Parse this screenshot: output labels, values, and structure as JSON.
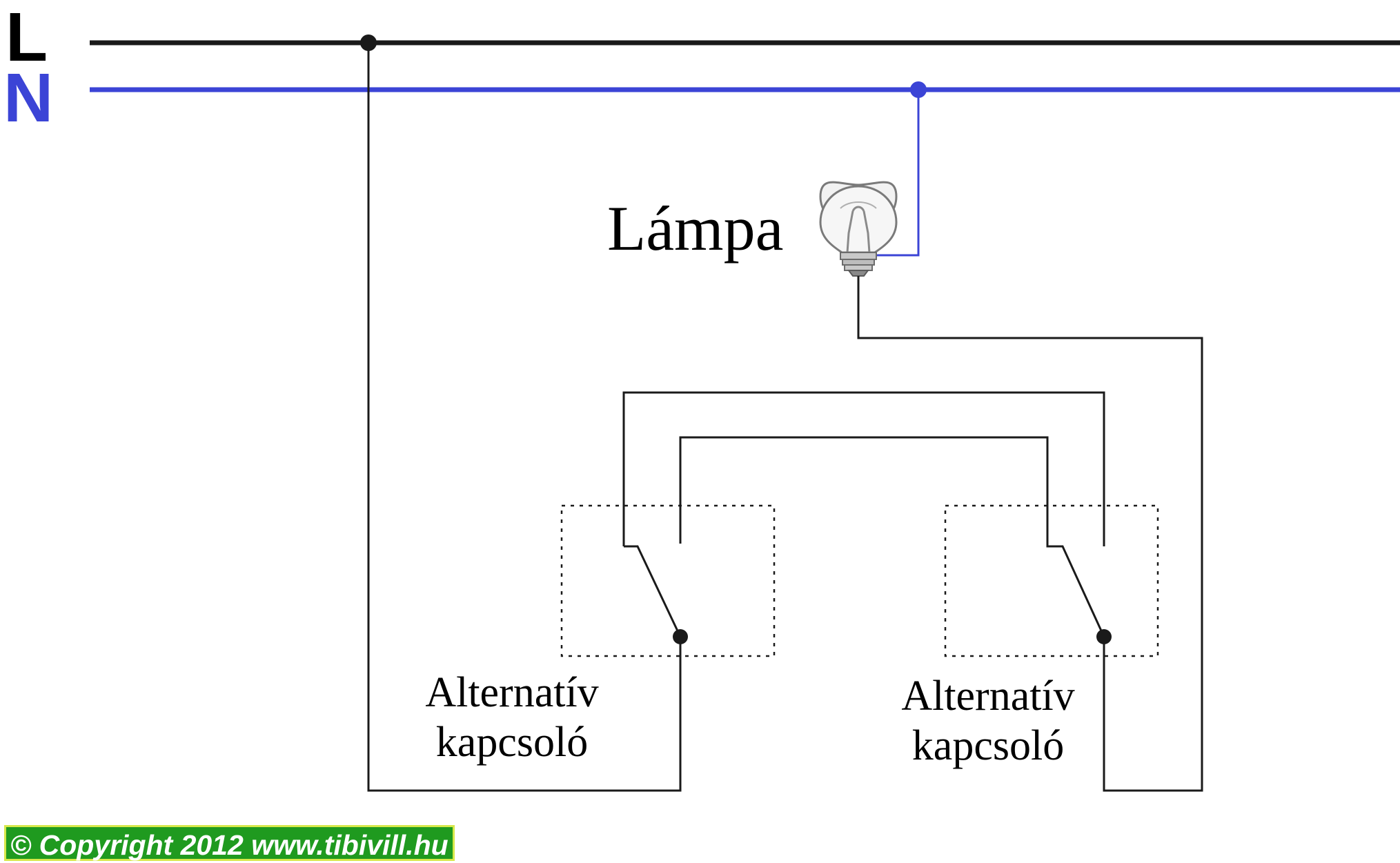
{
  "rails": {
    "live_label": "L",
    "neutral_label": "N",
    "live_color": "#1a1a1a",
    "neutral_color": "#3b44d6"
  },
  "lamp": {
    "label": "Lámpa",
    "icon": "light-bulb-icon"
  },
  "switches": [
    {
      "label_line1": "Alternatív",
      "label_line2": "kapcsoló"
    },
    {
      "label_line1": "Alternatív",
      "label_line2": "kapcsoló"
    }
  ],
  "wire_color": "#1a1a1a",
  "copyright": {
    "text": "© Copyright 2012 www.tibivill.hu",
    "background": "#1f9a1f"
  }
}
